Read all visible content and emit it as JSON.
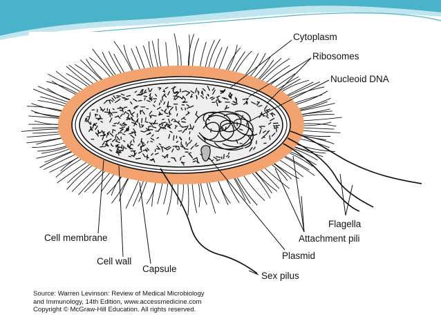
{
  "colors": {
    "banner_teal": "#4ab3c9",
    "banner_light": "#bfe5ef",
    "capsule": "#f2a36f",
    "cell_interior": "#eeeeee",
    "ink": "#111111"
  },
  "labels": {
    "cytoplasm": "Cytoplasm",
    "ribosomes": "Ribosomes",
    "nucleoid_dna": "Nucleoid DNA",
    "cell_membrane": "Cell membrane",
    "cell_wall": "Cell wall",
    "capsule": "Capsule",
    "flagella": "Flagella",
    "attachment_pili": "Attachment pili",
    "plasmid": "Plasmid",
    "sex_pilus": "Sex pilus"
  },
  "source": {
    "line1": "Source: Warren Levinson: Review of Medical Microbiology",
    "line2": "and Immunology, 14th Edition, www.accessmedicine.com",
    "line3": "Copyright © McGraw-Hill Education. All rights reserved."
  }
}
